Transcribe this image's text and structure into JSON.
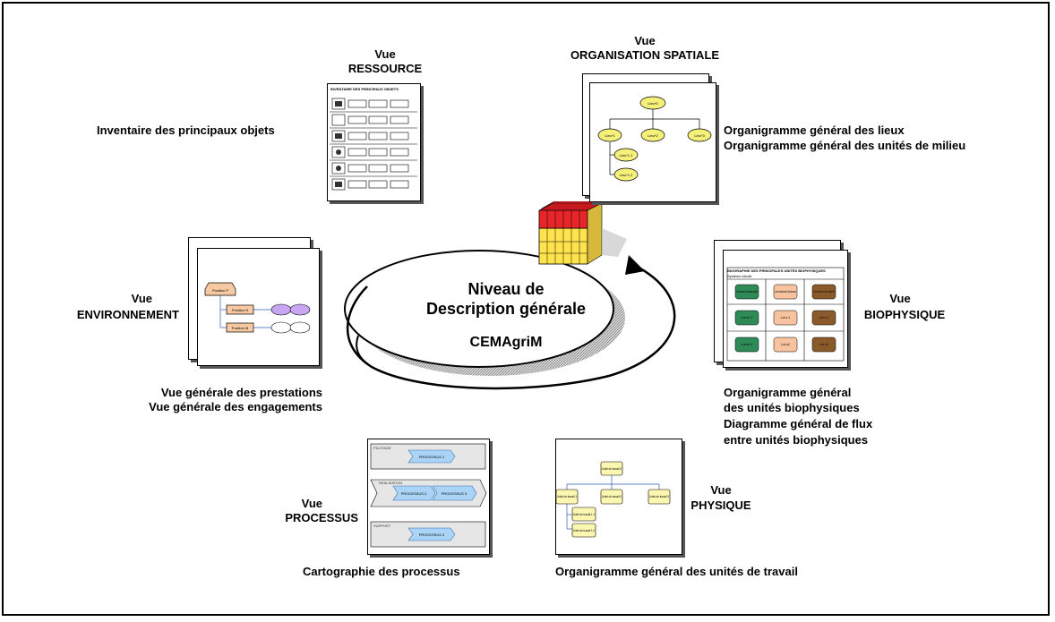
{
  "center": {
    "title_line1": "Niveau de",
    "title_line2": "Description générale",
    "subtitle": "CEMAgriM"
  },
  "views": {
    "ressource": {
      "heading1": "Vue",
      "heading2": "RESSOURCE",
      "caption": "Inventaire des principaux objets",
      "doc_header": "INVENTAIRE DES PRINCIPAUX OBJETS"
    },
    "spatiale": {
      "heading1": "Vue",
      "heading2": "ORGANISATION SPATIALE",
      "caption1": "Organigramme général des lieux",
      "caption2": "Organigramme général des unités de milieu",
      "nodes": [
        "Lieu*0",
        "Lieu*1",
        "Lieu*2",
        "Lieu*3",
        "Lieu*1.1",
        "Lieu*1.2"
      ]
    },
    "biophysique": {
      "heading1": "Vue",
      "heading2": "BIOPHYSIQUE",
      "caption1": "Organigramme général",
      "caption2": "des unités biophysiques",
      "caption3": "Diagramme général de flux",
      "caption4": "entre unités biophysiques",
      "doc_header": "BIOGRAPHIE DES PRINCIPALES UNITES BIOPHYSIQUES",
      "doc_sub": "Système étudié",
      "cells": [
        "Lot fonctionnel de parcelles cultivées",
        "Lot fonctionnel d'animaux",
        "Lot fonctionnel de matériel",
        "Lot en 1",
        "Lot a 1",
        "Lot n 1",
        "Lot en 2",
        "Lot a2",
        "Lot n2"
      ]
    },
    "environnement": {
      "heading1": "Vue",
      "heading2": "ENVIRONNEMENT",
      "caption1": "Vue générale des prestations",
      "caption2": "Vue générale des engagements",
      "nodes": [
        "Position P",
        "Position N",
        "Position M"
      ]
    },
    "processus": {
      "heading1": "Vue",
      "heading2": "PROCESSUS",
      "caption": "Cartographie des processus",
      "bands": [
        "PILOTAGE",
        "REALISATION",
        "SUPPORT"
      ],
      "processes": [
        "PROCESSUS 1",
        "PROCESSUS 2",
        "PROCESSUS 3",
        "PROCESSUS 4"
      ]
    },
    "physique": {
      "heading1": "Vue",
      "heading2": "PHYSIQUE",
      "caption": "Organigramme général des unités de travail",
      "nodes": [
        "Unité de travail 0",
        "Unité de travail 1",
        "Unité de travail 2",
        "Unité de travail 3",
        "Unité de travail 1.1",
        "Unité de travail 1.2"
      ]
    }
  },
  "colors": {
    "cube_red": "#e8262a",
    "cube_yellow": "#ffe34d",
    "ellipse_shadow": "#9a9a9a",
    "lieu_yellow": "#f5f07a",
    "process_blue": "#a9d4f5",
    "env_orange": "#f7c9a3",
    "env_purple": "#c9a6f2",
    "bio_green": "#2e8b57",
    "bio_peach": "#f7c39f",
    "bio_brown": "#8b5a2b",
    "phys_yellow": "#fbf6b0"
  }
}
